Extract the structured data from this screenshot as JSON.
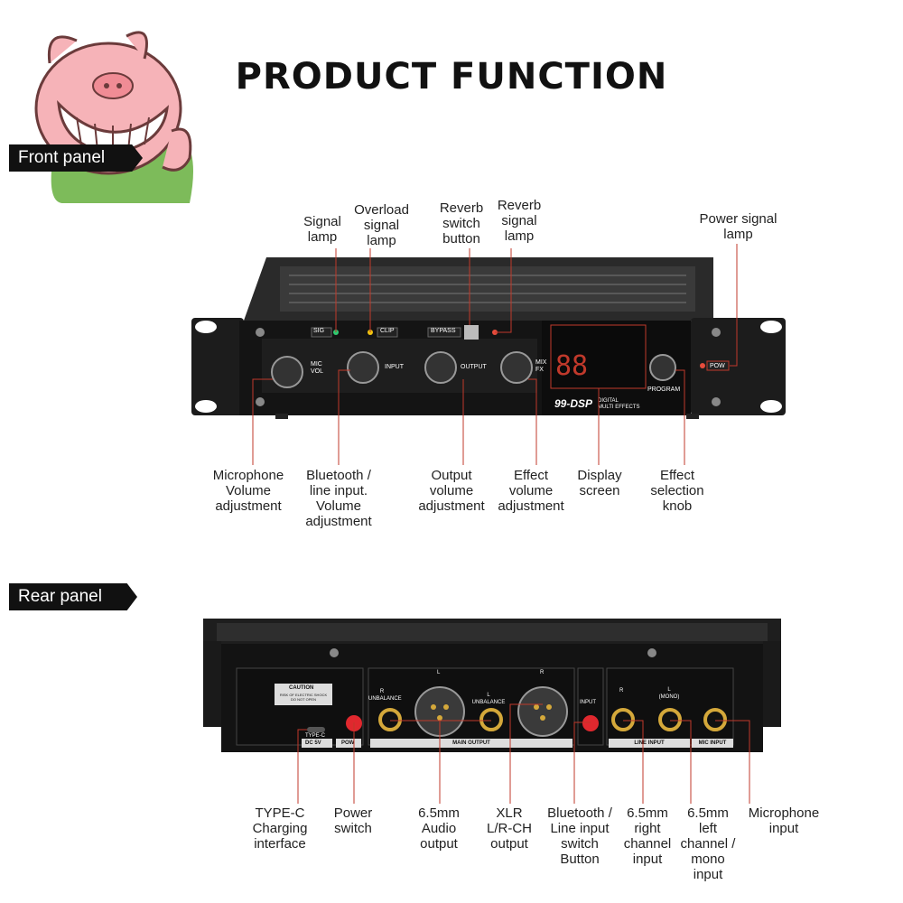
{
  "header": {
    "title": "PRODUCT FUNCTION"
  },
  "sections": {
    "front": "Front panel",
    "rear": "Rear panel"
  },
  "front_top_labels": {
    "signal_lamp": "Signal\nlamp",
    "overload_lamp": "Overload\nsignal\nlamp",
    "reverb_switch": "Reverb\nswitch\nbutton",
    "reverb_lamp": "Reverb\nsignal\nlamp",
    "power_lamp": "Power signal\nlamp"
  },
  "front_bottom_labels": {
    "mic_volume": "Microphone\nVolume\nadjustment",
    "bt_volume": "Bluetooth /\nline input.\nVolume\nadjustment",
    "output_volume": "Output\nvolume\nadjustment",
    "effect_volume": "Effect\nvolume\nadjustment",
    "display": "Display\nscreen",
    "effect_knob": "Effect\nselection\nknob"
  },
  "front_device": {
    "sig": "SIG",
    "clip": "CLIP",
    "bypass": "BYPASS",
    "mic_vol": "MIC\nVOL",
    "input": "INPUT",
    "output": "OUTPUT",
    "mix_fx": "MIX\nFX",
    "display_digits": "88",
    "brand": "99-DSP",
    "brand_sub": "DIGITAL\nMULTI EFFECTS",
    "program": "PROGRAM",
    "pow": "POW"
  },
  "rear_device": {
    "caution": "CAUTION",
    "caution_sub": "RISK OF ELECTRIC SHOCK\nDO NOT OPEN",
    "type_c": "TYPE-C",
    "dc5v": "DC 5V",
    "pow": "POW",
    "unbalance_r": "R\nUNBALANCE",
    "unbalance_l": "L\nUNBALANCE",
    "xlr_l": "L",
    "xlr_r": "R",
    "main_output": "MAIN OUTPUT",
    "input": "INPUT",
    "line_r": "R",
    "line_l": "L\n(MONO)",
    "line_input": "LINE INPUT",
    "mic_input": "MIC INPUT"
  },
  "rear_labels": {
    "typec": "TYPE-C\nCharging\ninterface",
    "power_switch": "Power\nswitch",
    "audio_out": "6.5mm\nAudio\noutput",
    "xlr": "XLR\nL/R-CH\noutput",
    "bt_switch": "Bluetooth /\nLine input\nswitch\nButton",
    "right_ch": "6.5mm\nright\nchannel\ninput",
    "left_ch": "6.5mm\nleft\nchannel /\nmono\ninput",
    "mic_in": "Microphone\ninput"
  },
  "colors": {
    "leader": "#c0392b",
    "panel": "#151515",
    "button_red": "#e0282e"
  }
}
